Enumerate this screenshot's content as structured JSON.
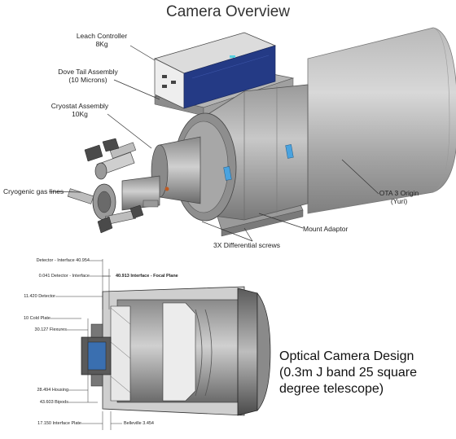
{
  "title": "Camera Overview",
  "labels": {
    "leach_controller": [
      "Leach Controller",
      "8Kg"
    ],
    "dove_tail": [
      "Dove Tail Assembly",
      "(10 Microns)"
    ],
    "cryostat": [
      "Cryostat Assembly",
      "10Kg"
    ],
    "cryogenic_gas": "Cryogenic gas lines",
    "ota": [
      "OTA 3 Origin",
      "(Yuri)"
    ],
    "mount_adaptor": "Mount Adaptor",
    "diff_screws": "3X Differential screws"
  },
  "dimensions": {
    "detector_interface": "Detector - Interface 40.954",
    "detector_interface_small": "0.041 Detector - Interface",
    "interface_focal_plane": "40.913 Interface - Focal Plane",
    "detector": "11.420 Detector",
    "cold_plate": "10 Cold Plate",
    "flexures": "30.127 Flexures",
    "housing": "28.494 Housing",
    "bipods": "43.603 Bipods",
    "interface_plate": "17.150 Interface Plate",
    "belleville": "Belleville 3.454"
  },
  "caption": [
    "Optical Camera Design",
    "(0.3m J band 25 square",
    "degree telescope)"
  ],
  "colors": {
    "metal_light": "#d4d4d4",
    "metal_mid": "#a9a9a9",
    "metal_dark": "#6e6e6e",
    "controller_blue": "#243a85",
    "bracket_blue": "#4aa3df",
    "line": "#333333"
  }
}
